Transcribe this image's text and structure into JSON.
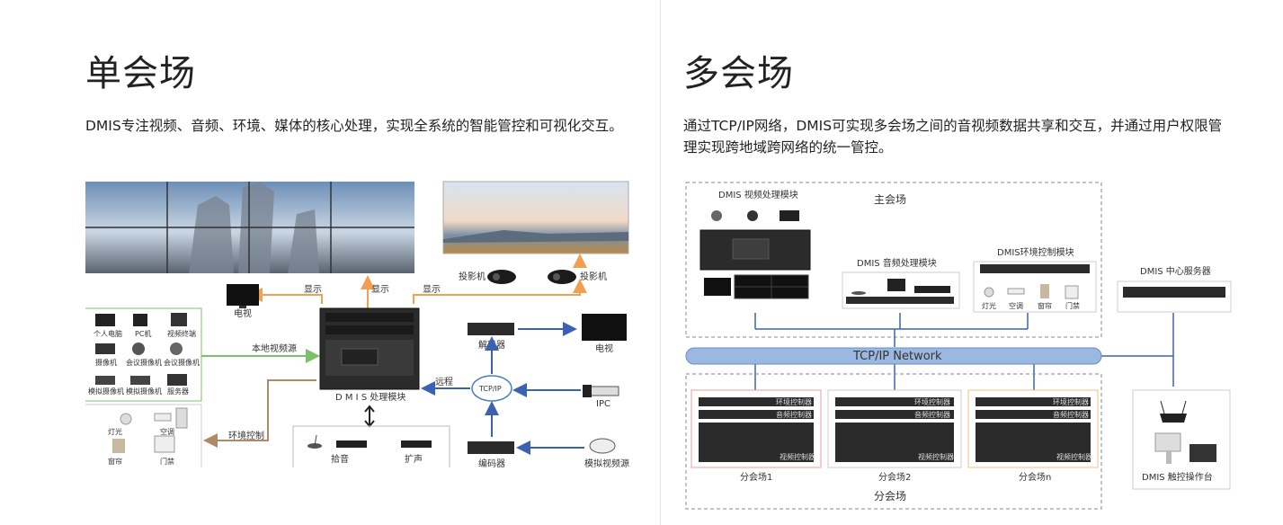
{
  "left": {
    "title": "单会场",
    "description": "DMIS专注视频、音频、环境、媒体的核心处理，实现全系统的智能管控和可视化交互。",
    "diagram": {
      "display_top": "显示",
      "display_left": "显示",
      "display_right": "显示",
      "tv_left": "电视",
      "projector_1": "投影机",
      "projector_2": "投影机",
      "sources": [
        "个人电脑",
        "PC机",
        "视频终端",
        "摄像机",
        "会议摄像机",
        "会议摄像机",
        "模拟摄像机",
        "模拟摄像机",
        "服务器"
      ],
      "local_video": "本地视频源",
      "env_control": "环境控制",
      "env_devices": [
        "灯光",
        "空调",
        "窗帘",
        "门禁"
      ],
      "dmis_core": "D M I S 处理模块",
      "remote": "远程",
      "tcpip": "TCP/IP",
      "decoder": "解码器",
      "tv_right": "电视",
      "ipc": "IPC",
      "encoder": "编码器",
      "analog_source": "模拟视频源",
      "pickup": "拾音",
      "amplify": "扩声"
    }
  },
  "right": {
    "title": "多会场",
    "description": "通过TCP/IP网络，DMIS可实现多会场之间的音视频数据共享和交互，并通过用户权限管理实现跨地域跨网络的统一管控。",
    "diagram": {
      "main_venue": "主会场",
      "video_module": "DMIS 视频处理模块",
      "audio_module": "DMIS 音频处理模块",
      "env_module": "DMIS环境控制模块",
      "env_devices": [
        "灯光",
        "空调",
        "窗帘",
        "门禁"
      ],
      "center_server": "DMIS 中心服务器",
      "network": "TCP/IP Network",
      "branch_venues": [
        "分会场1",
        "分会场2",
        "分会场n"
      ],
      "branch_group": "分会场",
      "touch_console": "DMIS 触控操作台",
      "module_env": "环境控制器",
      "module_audio": "音频控制器",
      "module_video": "视频控制器"
    }
  },
  "colors": {
    "orange_arrow": "#f0a050",
    "green_arrow": "#7dc06a",
    "brown_arrow": "#b08a68",
    "blue_arrow": "#3a62b0",
    "network_bar": "#9bb8e0"
  }
}
